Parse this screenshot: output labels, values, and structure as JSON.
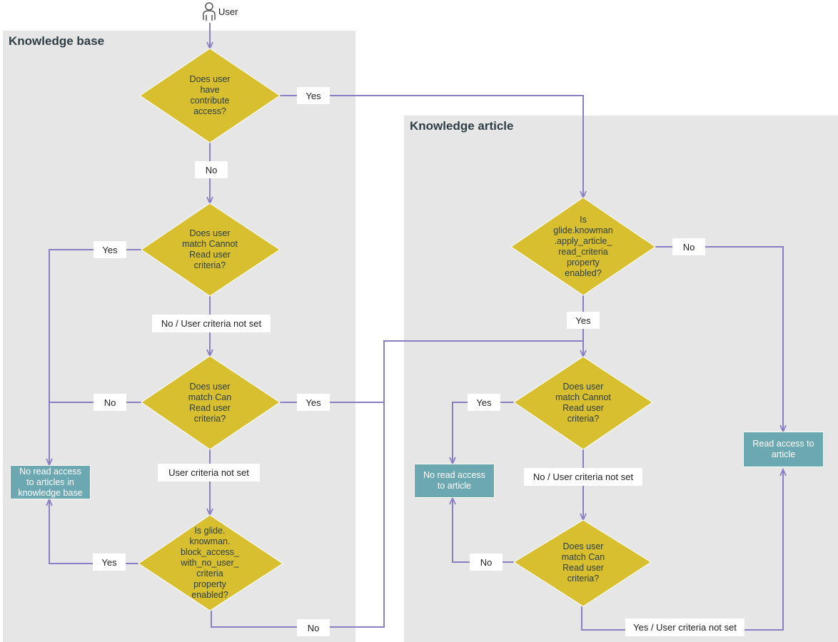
{
  "actor": {
    "label": "User",
    "icon": "person-icon"
  },
  "lanes": {
    "knowledge_base": "Knowledge base",
    "knowledge_article": "Knowledge article"
  },
  "decisions": {
    "contribute_access": "Does user\nhave\ncontribute\naccess?",
    "kb_cannot_read": "Does user\nmatch Cannot\nRead user\ncriteria?",
    "kb_can_read": "Does user\nmatch Can\nRead user\ncriteria?",
    "block_access_property": "Is glide.\nknowman.\nblock_access_\nwith_no_user_\ncriteria\nproperty\nenabled?",
    "apply_article_property": "Is\nglide.knowman\n.apply_article_\nread_criteria\nproperty\nenabled?",
    "art_cannot_read": "Does user\nmatch Cannot\nRead user\ncriteria?",
    "art_can_read": "Does user\nmatch Can\nRead user\ncriteria?"
  },
  "outcomes": {
    "no_read_kb": "No read access\nto articles in\nknowledge base",
    "no_read_article": "No read access\nto article",
    "read_article": "Read access to\narticle"
  },
  "labels": {
    "yes_contribute": "Yes",
    "no_contribute": "No",
    "yes_kb_cannot": "Yes",
    "no_criteria_kb_cannot": "No / User criteria not set",
    "no_kb_can": "No",
    "yes_kb_can": "Yes",
    "criteria_not_set_kb": "User criteria not set",
    "yes_block": "Yes",
    "no_block": "No",
    "no_apply": "No",
    "yes_apply": "Yes",
    "yes_art_cannot": "Yes",
    "no_criteria_art_cannot": "No / User criteria not set",
    "no_art_can": "No",
    "yes_criteria_art_can": "Yes / User criteria not set"
  },
  "colors": {
    "lane_bg": "#e6e6e6",
    "decision_fill": "#d7bf2f",
    "connector": "#8a7fc4",
    "outcome_fill": "#6ca8b2"
  }
}
